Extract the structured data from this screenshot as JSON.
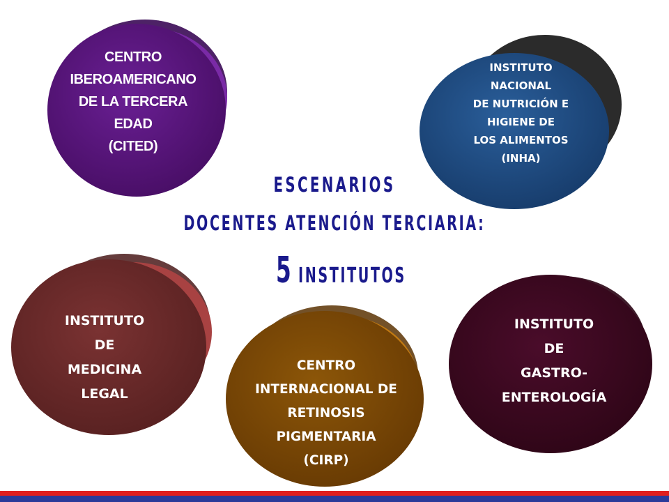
{
  "title": {
    "line1": "ESCENARIOS",
    "line2": "DOCENTES ATENCIÓN TERCIARIA:",
    "line3_number": "5",
    "line3_word": "INSTITUTOS"
  },
  "institutes": [
    {
      "id": "cited",
      "label": "CENTRO\nIBEROAMERICANO\nDE LA TERCERA\nEDAD\n(CITED)",
      "color": "#5a1a7e",
      "shadow_color": "#7a2aa6"
    },
    {
      "id": "inha",
      "label": "INSTITUTO\nNACIONAL\nDE  NUTRICIÓN E\nHIGIENE DE\nLOS ALIMENTOS\n(INHA)",
      "color": "#1f4f86",
      "shadow_color": "#2b2b2b"
    },
    {
      "id": "medicina-legal",
      "label": "INSTITUTO\nDE\nMEDICINA\nLEGAL",
      "color": "#6b2b2b",
      "shadow_color": "#8a3636"
    },
    {
      "id": "cirp",
      "label": "CENTRO\nINTERNACIONAL DE\nRETINOSIS\nPIGMENTARIA\n(CIRP)",
      "color": "#7a4a06",
      "shadow_color": "#9a5e0c"
    },
    {
      "id": "gastro",
      "label": "INSTITUTO\nDE\nGASTRO-\nENTEROLOGÍA",
      "color": "#3d0a22",
      "shadow_color": "#5a1030"
    }
  ],
  "footer": {
    "bar_top_color": "#e01e1e",
    "bar_bottom_color": "#2a3a9a"
  }
}
